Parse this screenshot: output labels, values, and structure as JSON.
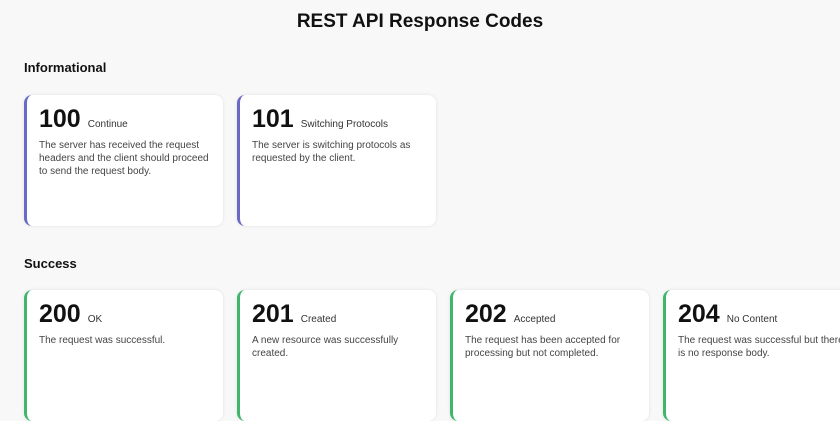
{
  "page": {
    "title": "REST API Response Codes"
  },
  "colors": {
    "informational": "#6a6ac4",
    "success": "#3fb66b",
    "background": "#f8f8f8"
  },
  "sections": [
    {
      "heading": "Informational",
      "cards": [
        {
          "code": "100",
          "name": "Continue",
          "description": "The server has received the request headers and the client should proceed to send the request body."
        },
        {
          "code": "101",
          "name": "Switching Protocols",
          "description": "The server is switching protocols as requested by the client."
        }
      ]
    },
    {
      "heading": "Success",
      "cards": [
        {
          "code": "200",
          "name": "OK",
          "description": "The request was successful."
        },
        {
          "code": "201",
          "name": "Created",
          "description": "A new resource was successfully created."
        },
        {
          "code": "202",
          "name": "Accepted",
          "description": "The request has been accepted for processing but not completed."
        },
        {
          "code": "204",
          "name": "No Content",
          "description": "The request was successful but there is no response body."
        }
      ]
    }
  ]
}
